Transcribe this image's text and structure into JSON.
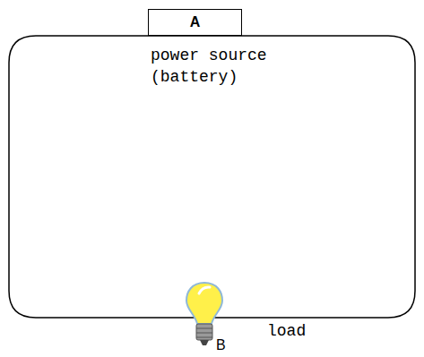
{
  "diagram": {
    "nodes": [
      {
        "text": [
          "A"
        ]
      }
    ],
    "labels": [
      "power source (battery)",
      "load",
      "B"
    ]
  }
}
